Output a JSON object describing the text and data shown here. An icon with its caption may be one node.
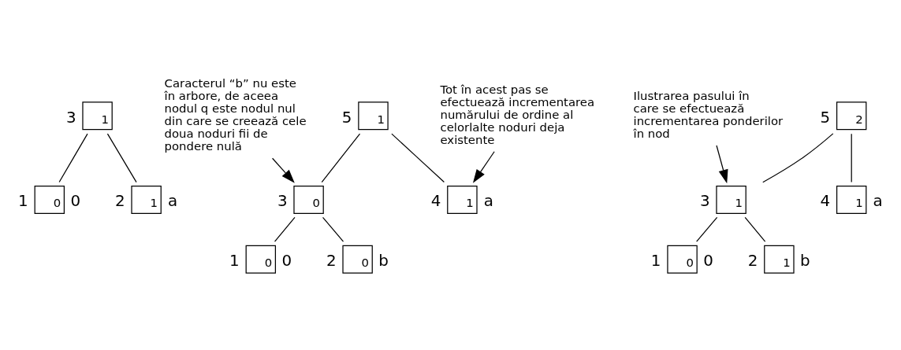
{
  "diagram": {
    "nodes": [
      {
        "text": [
          "1"
        ],
        "beside": [
          "3"
        ]
      },
      {
        "text": [
          "0"
        ],
        "beside": [
          "1",
          "0"
        ]
      },
      {
        "text": [
          "1"
        ],
        "beside": [
          "2",
          "a"
        ]
      },
      {
        "text": [
          "1"
        ],
        "beside": [
          "5"
        ]
      },
      {
        "text": [
          "0"
        ],
        "beside": [
          "3"
        ]
      },
      {
        "text": [
          "1"
        ],
        "beside": [
          "4",
          "a"
        ]
      },
      {
        "text": [
          "0"
        ],
        "beside": [
          "1",
          "0"
        ]
      },
      {
        "text": [
          "0"
        ],
        "beside": [
          "2",
          "b"
        ]
      },
      {
        "text": [
          "Caracterul “b” nu este în arbore, de aceea nodul q este nodul nul din care se creează cele doua noduri fii de pondere nulă"
        ]
      },
      {
        "text": [
          "Tot în acest pas se efectuează incrementarea numărului de ordine al celorlalte noduri deja existente"
        ]
      },
      {
        "text": [
          "2"
        ],
        "beside": [
          "5"
        ]
      },
      {
        "text": [
          "1"
        ],
        "beside": [
          "3"
        ]
      },
      {
        "text": [
          "1"
        ],
        "beside": [
          "4",
          "a"
        ]
      },
      {
        "text": [
          "0"
        ],
        "beside": [
          "1",
          "0"
        ]
      },
      {
        "text": [
          "1"
        ],
        "beside": [
          "2",
          "b"
        ]
      },
      {
        "text": [
          "Ilustrarea pasului în care se efectuează incrementarea ponderilor în nod"
        ]
      }
    ],
    "edges": [
      {
        "from": 0,
        "to": 1,
        "arrow": "none"
      },
      {
        "from": 0,
        "to": 2,
        "arrow": "none"
      },
      {
        "from": 3,
        "to": 4,
        "arrow": "none"
      },
      {
        "from": 3,
        "to": 5,
        "arrow": "none"
      },
      {
        "from": 4,
        "to": 6,
        "arrow": "none"
      },
      {
        "from": 4,
        "to": 7,
        "arrow": "none"
      },
      {
        "from": 8,
        "to": 4,
        "arrow": "to"
      },
      {
        "from": 9,
        "to": 5,
        "arrow": "to"
      },
      {
        "from": 10,
        "to": 11,
        "arrow": "none"
      },
      {
        "from": 10,
        "to": 12,
        "arrow": "none"
      },
      {
        "from": 11,
        "to": 13,
        "arrow": "none"
      },
      {
        "from": 11,
        "to": 14,
        "arrow": "none"
      },
      {
        "from": 15,
        "to": 11,
        "arrow": "to"
      }
    ]
  }
}
